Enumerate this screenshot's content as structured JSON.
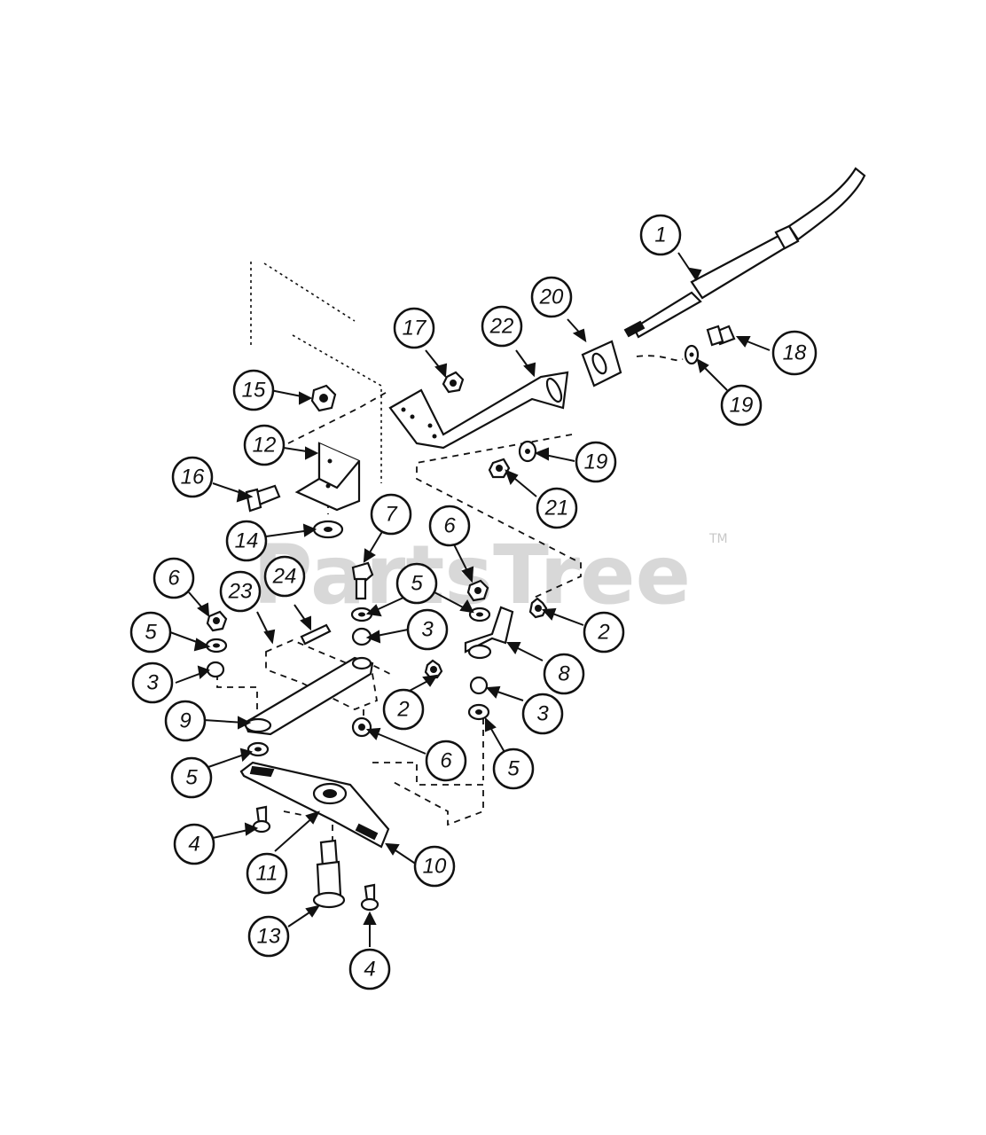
{
  "watermark": {
    "text": "PartsTree",
    "trademark": "TM"
  },
  "callouts": [
    {
      "num": "1"
    },
    {
      "num": "20"
    },
    {
      "num": "22"
    },
    {
      "num": "17"
    },
    {
      "num": "18"
    },
    {
      "num": "19"
    },
    {
      "num": "15"
    },
    {
      "num": "12"
    },
    {
      "num": "16"
    },
    {
      "num": "19"
    },
    {
      "num": "21"
    },
    {
      "num": "14"
    },
    {
      "num": "7"
    },
    {
      "num": "6"
    },
    {
      "num": "5"
    },
    {
      "num": "6"
    },
    {
      "num": "23"
    },
    {
      "num": "24"
    },
    {
      "num": "3"
    },
    {
      "num": "2"
    },
    {
      "num": "5"
    },
    {
      "num": "3"
    },
    {
      "num": "8"
    },
    {
      "num": "9"
    },
    {
      "num": "2"
    },
    {
      "num": "3"
    },
    {
      "num": "6"
    },
    {
      "num": "5"
    },
    {
      "num": "5"
    },
    {
      "num": "4"
    },
    {
      "num": "11"
    },
    {
      "num": "10"
    },
    {
      "num": "13"
    },
    {
      "num": "4"
    }
  ]
}
